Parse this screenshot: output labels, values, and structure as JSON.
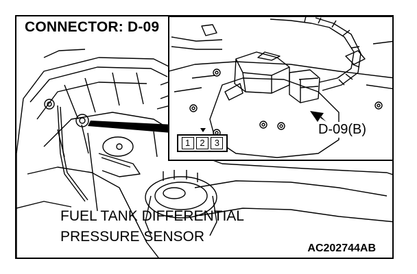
{
  "diagram": {
    "title": "CONNECTOR: D-09",
    "callout_label": "D-09(B)",
    "component_name_line1": "FUEL TANK DIFFERENTIAL",
    "component_name_line2": "PRESSURE SENSOR",
    "figure_code": "AC202744AB",
    "connector_pins": [
      "1",
      "2",
      "3"
    ]
  }
}
